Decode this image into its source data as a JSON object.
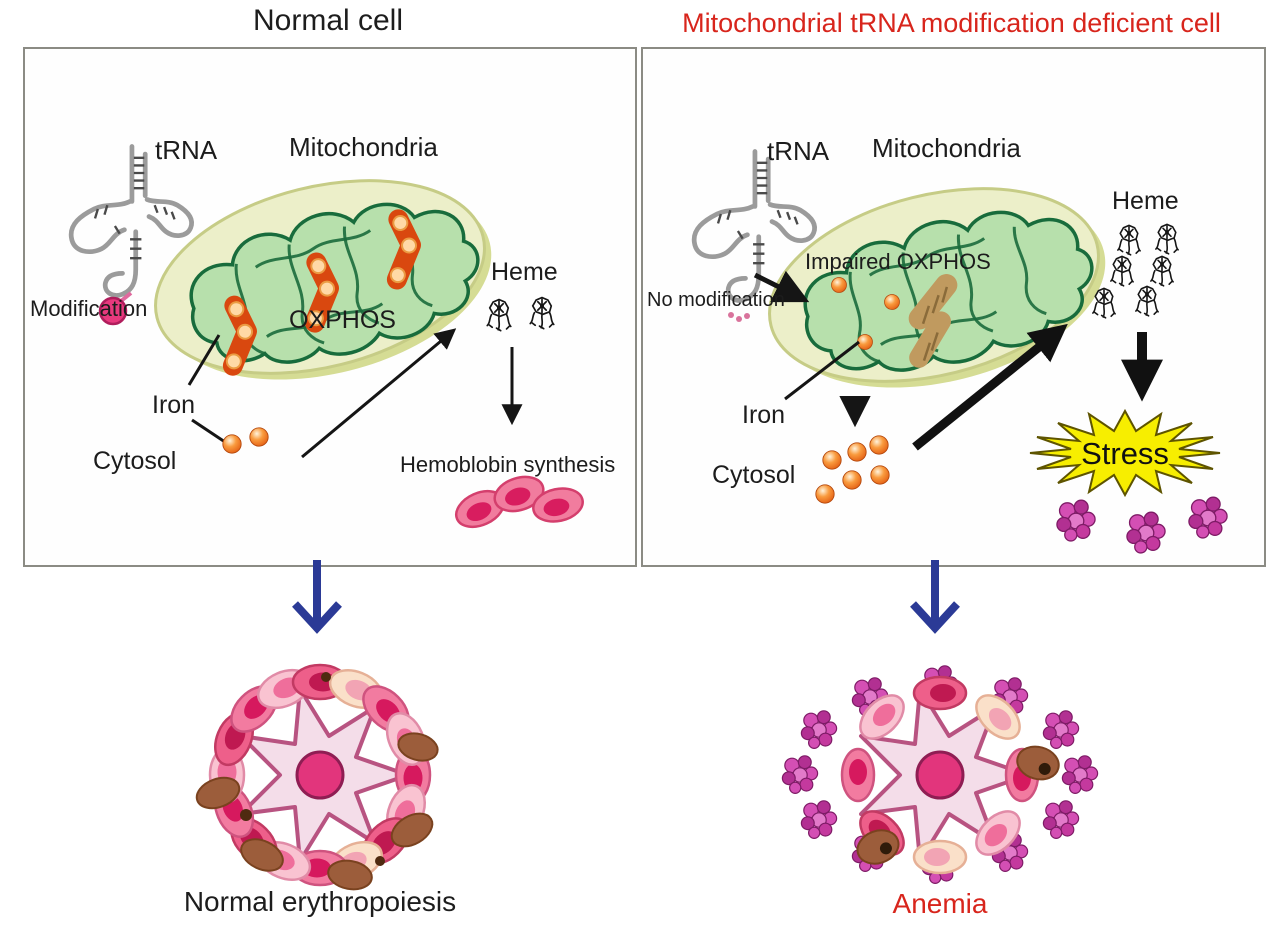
{
  "header": {
    "left_title": "Normal cell",
    "right_title": "Mitochondrial tRNA modification deficient cell"
  },
  "left_panel": {
    "trna": "tRNA",
    "mitochondria": "Mitochondria",
    "modification": "Modification",
    "oxphos": "OXPHOS",
    "iron": "Iron",
    "cytosol": "Cytosol",
    "heme": "Heme",
    "hemoglobin_synthesis": "Hemoblobin synthesis",
    "outcome": "Normal erythropoiesis"
  },
  "right_panel": {
    "trna": "tRNA",
    "mitochondria": "Mitochondria",
    "no_modification": "No modification",
    "impaired_oxphos": "Impaired OXPHOS",
    "iron": "Iron",
    "cytosol": "Cytosol",
    "heme": "Heme",
    "stress": "Stress",
    "outcome": "Anemia"
  },
  "details": {
    "left_cytosol_iron_count": 2,
    "right_cytosol_iron_count": 6,
    "right_mitochondria_iron_count": 3,
    "left_heme_molecule_count": 2,
    "right_heme_molecule_count": 6,
    "stress_protein_aggregate_count": 3,
    "left_red_blood_cell_count": 3
  },
  "colors": {
    "deficient_title_red": "#d8251c",
    "anemia_red": "#d8251c",
    "flow_arrow_blue": "#2b3a96",
    "stress_yellow": "#f7ee00",
    "iron_orange": "#f08030",
    "oxphos_orange": "#d9480f",
    "impaired_oxphos_tan": "#c09a5f",
    "mitochondria_matrix_green": "#b7e0ac",
    "mitochondria_outline_green": "#186c3c",
    "mitochondria_body": "#ecefc9",
    "modification_pink": "#e8397e",
    "panel_border_gray": "#8b8b84"
  }
}
